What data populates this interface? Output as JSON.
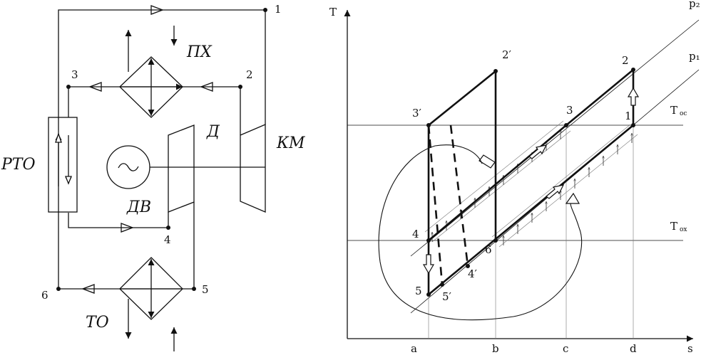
{
  "scheme": {
    "units": {
      "regen_hx": "РТО",
      "cooler_hx": "ПХ",
      "heat_hx": "ТО",
      "compressor": "КМ",
      "expander": "Д",
      "motor": "ДВ"
    },
    "points": [
      "1",
      "2",
      "3",
      "4",
      "5",
      "6"
    ]
  },
  "ts_diagram": {
    "axis_y": "T",
    "axis_x": "s",
    "isobar_high": "p₂",
    "isobar_low": "p₁",
    "temp_env": "T",
    "temp_env_sub": "ос",
    "temp_cold": "T",
    "temp_cold_sub": "ох",
    "x_ticks": [
      "a",
      "b",
      "c",
      "d"
    ],
    "points": {
      "p1": "1",
      "p2": "2",
      "p2p": "2′",
      "p3": "3",
      "p3p": "3′",
      "p4": "4",
      "p4p": "4′",
      "p5": "5",
      "p5p": "5′",
      "p6": "6"
    }
  }
}
